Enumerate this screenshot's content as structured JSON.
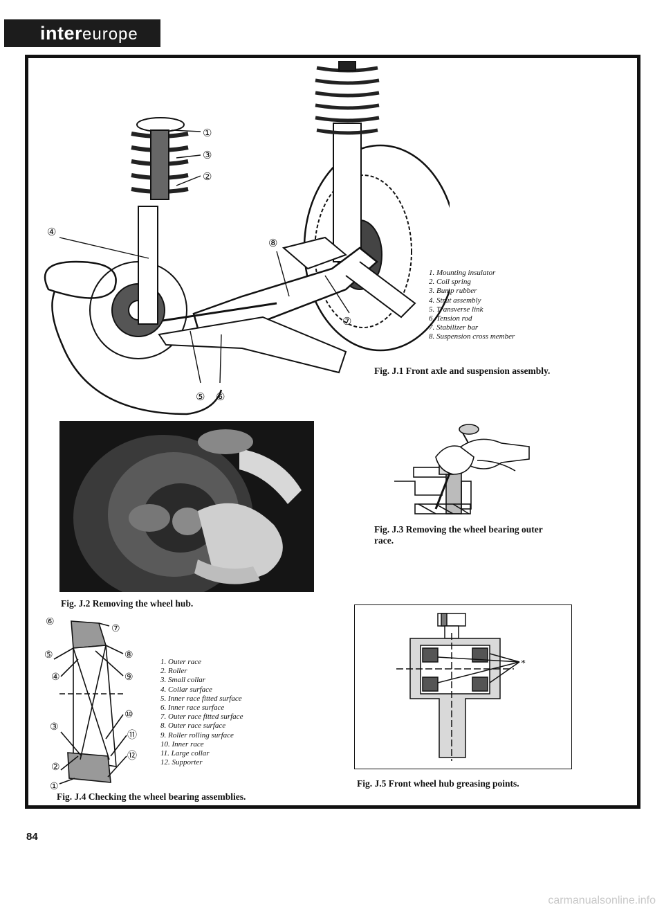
{
  "header": {
    "logo_prefix": "inter",
    "logo_brand": "europe"
  },
  "fig_j1": {
    "caption": "Fig. J.1 Front axle and suspension assembly.",
    "callouts": [
      "①",
      "③",
      "②",
      "④",
      "⑧",
      "⑦",
      "⑤",
      "⑥"
    ],
    "legend": [
      "1. Mounting insulator",
      "2. Coil spring",
      "3. Bump rubber",
      "4. Strut assembly",
      "5. Transverse link",
      "6. Tension rod",
      "7. Stabilizer bar",
      "8. Suspension cross member"
    ]
  },
  "fig_j2": {
    "caption": "Fig. J.2 Removing the wheel hub."
  },
  "fig_j3": {
    "caption_line1": "Fig. J.3 Removing the wheel bearing outer",
    "caption_line2": "race."
  },
  "fig_j4": {
    "caption": "Fig. J.4 Checking the wheel bearing assemblies.",
    "callouts": [
      "⑥",
      "⑦",
      "⑤",
      "⑧",
      "④",
      "⑨",
      "⑩",
      "③",
      "⑪",
      "②",
      "⑫",
      "①"
    ],
    "legend": [
      "1. Outer race",
      "2. Roller",
      "3. Small collar",
      "4. Collar surface",
      "5. Inner race fitted surface",
      "6. Inner race surface",
      "7. Outer race fitted surface",
      "8. Outer race surface",
      "9. Roller rolling surface",
      "10. Inner race",
      "11. Large collar",
      "12. Supporter"
    ]
  },
  "fig_j5": {
    "caption": "Fig. J.5 Front wheel hub greasing points.",
    "marker": "*"
  },
  "page": {
    "number": "84"
  },
  "watermark": "carmanualsonline.info"
}
